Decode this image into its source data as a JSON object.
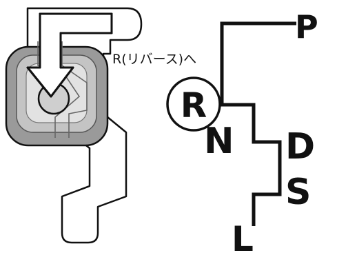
{
  "caption": "R(リバース)へ",
  "shift_positions": [
    "P",
    "R",
    "N",
    "D",
    "S",
    "L"
  ],
  "highlighted_position": "R",
  "colors": {
    "line": "#111111",
    "knob_outer": "#9a9a9a",
    "knob_mid": "#c4c4c4",
    "knob_inner": "#e2e2e2",
    "background": "#ffffff"
  }
}
